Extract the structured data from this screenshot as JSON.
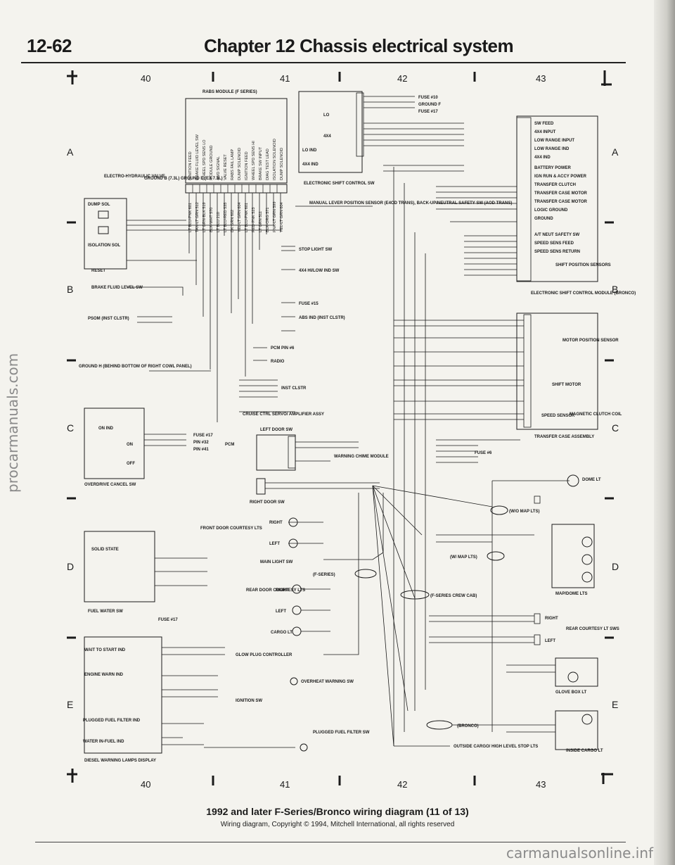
{
  "header": {
    "page_number": "12-62",
    "title": "Chapter 12  Chassis electrical system"
  },
  "grid": {
    "columns": [
      "40",
      "41",
      "42",
      "43"
    ],
    "rows": [
      "A",
      "B",
      "C",
      "D",
      "E"
    ]
  },
  "footer": {
    "caption": "1992 and later F-Series/Bronco wiring diagram (11 of 13)",
    "copyright": "Wiring diagram, Copyright © 1994, Mitchell International, all rights reserved"
  },
  "watermarks": {
    "side": "procarmanuals.com",
    "bottom": "carmanualsonline.info"
  },
  "components": {
    "rabs_module": "RABS MODULE (F SERIES)",
    "rabs_pins": [
      "IGNITION FEED",
      "BRAKE FLUID LEVEL SW",
      "WHEEL SPD SENS LO",
      "MODULE GROUND",
      "4WD SIGNAL",
      "VALVE RESET",
      "RABS FAIL LAMP",
      "DUMP SOLENOID",
      "IGNITION FEED",
      "WHEEL SPD SENS HI",
      "BRAKE SW INPUT",
      "DIAG TEST LEAD",
      "ISOLATION SOLENOID",
      "DUMP SOLENOID"
    ],
    "rabs_wires": [
      "LT BLU-PNK 601",
      "TAN-LT GRN 512",
      "LT GRN-BLK 519",
      "BLK-WHT 570",
      "LT BLU 210",
      "LT BLU-RED 535",
      "DK GRN 602",
      "YEL-LT GRN 604",
      "LT BLU-PNK 601",
      "RED-PNK 523",
      "LT GRN 511",
      "BLK-ORG 571",
      "PNK-LT GRN 599",
      "YEL-LT GRN 604"
    ],
    "electro_hydraulic_valve": "ELECTRO-HYDRAULIC VALVE",
    "ground_b": "GROUND B (7.3L) GROUND E (EX 7.3L)",
    "dump_sol": "DUMP SOL",
    "isolation_sol": "ISOLATION SOL",
    "reset": "RESET",
    "brake_fluid_level_sw": "BRAKE FLUID LEVEL SW",
    "psom": "PSOM (INST CLSTR)",
    "ground_h": "GROUND H (BEHIND BOTTOM OF RIGHT COWL PANEL)",
    "overdrive_cancel_sw": "OVERDRIVE CANCEL SW",
    "on_ind": "ON IND",
    "on": "ON",
    "off": "OFF",
    "solid_state": "SOLID STATE",
    "fuel_water_sw": "FUEL WATER SW",
    "fuse_17": "FUSE #17",
    "diesel_display": "DIESEL WARNING LAMPS DISPLAY",
    "wait_to_start": "WAIT TO START IND",
    "engine_warn": "ENGINE WARN IND",
    "plugged_fuel_filter": "PLUGGED FUEL FILTER IND",
    "water_in_fuel": "WATER IN-FUEL IND",
    "electronic_shift_control_sw": "ELECTRONIC SHIFT CONTROL SW",
    "lo": "LO",
    "x4": "4X4",
    "lo_ind": "LO IND",
    "x4_ind": "4X4 IND",
    "fuse_10": "FUSE #10",
    "ground_f": "GROUND F",
    "fuse_17b": "FUSE #17",
    "manual_lever": "MANUAL LEVER POSITION SENSOR (E4OD TRANS), BACK-UP/NEUTRAL SAFETY SW (AOD TRANS)",
    "stop_light_sw": "STOP LIGHT SW",
    "hi_low_ind": "4X4 HI/LOW IND SW",
    "fuse_15": "FUSE #15",
    "abs_ind": "ABS IND (INST CLSTR)",
    "pcm_pin_6": "PCM PIN #6",
    "radio": "RADIO",
    "inst_clstr": "INST CLSTR",
    "cruise_ctrl": "CRUISE CTRL SERVO/ AMPLIFIER ASSY",
    "pcm": "PCM",
    "pin_32": "PIN #32",
    "pin_41": "PIN #41",
    "left_door_sw": "LEFT DOOR SW",
    "warning_chime": "WARNING CHIME MODULE",
    "right_door_sw": "RIGHT DOOR SW",
    "front_door_courtesy": "FRONT DOOR COURTESY LTS",
    "right": "RIGHT",
    "left": "LEFT",
    "main_light_sw": "MAIN LIGHT SW",
    "f_series": "(F-SERIES)",
    "rear_door_courtesy": "REAR DOOR COURTESY LTS",
    "cargo_lt": "CARGO LT",
    "glow_plug": "GLOW PLUG CONTROLLER",
    "overheat_sw": "OVERHEAT WARNING SW",
    "ignition_sw": "IGNITION SW",
    "plugged_fuel_filter_sw": "PLUGGED FUEL FILTER SW",
    "bronco": "(BRONCO)",
    "outside_cargo": "OUTSIDE CARGO/ HIGH LEVEL STOP LTS",
    "ecm_sw_feed": "SW FEED",
    "ecm_4x4_input": "4X4 INPUT",
    "ecm_low_range_input": "LOW RANGE INPUT",
    "ecm_low_range_ind": "LOW RANGE IND",
    "ecm_4x4_ind": "4X4 IND",
    "ecm_battery": "BATTERY POWER",
    "ecm_ign_run": "IGN RUN & ACCY POWER",
    "ecm_clutch": "TRANSFER CLUTCH",
    "ecm_case_motor": "TRANSFER CASE MOTOR",
    "ecm_case_motor2": "TRANSFER CASE MOTOR",
    "ecm_logic_ground": "LOGIC GROUND",
    "ecm_ground": "GROUND",
    "ecm_neutral": "A/T NEUT SAFETY SW",
    "ecm_speed_feed": "SPEED SENS FEED",
    "ecm_speed_return": "SPEED SENS RETURN",
    "shift_position_sensors": "SHIFT POSITION SENSORS",
    "ecm_title": "ELECTRONIC SHIFT CONTROL MODULE (BRONCO)",
    "motor_position_sensor": "MOTOR POSITION SENSOR",
    "shift_motor": "SHIFT MOTOR",
    "speed_sensor": "SPEED SENSOR",
    "magnetic_clutch_coil": "MAGNETIC CLUTCH COIL",
    "transfer_case_assembly": "TRANSFER CASE ASSEMBLY",
    "fuse_6": "FUSE #6",
    "dome_lt": "DOME LT",
    "wo_map_lts": "(W/O MAP LTS)",
    "w_map_lts": "(W/ MAP LTS)",
    "map_dome_lts": "MAP/DOME LTS",
    "f_series_crew_cab": "(F-SERIES CREW CAB)",
    "rear_courtesy_lt_sws": "REAR COURTESY LT SWS",
    "glove_box_lt": "GLOVE BOX LT",
    "inside_cargo_lt": "INSIDE CARGO LT"
  }
}
